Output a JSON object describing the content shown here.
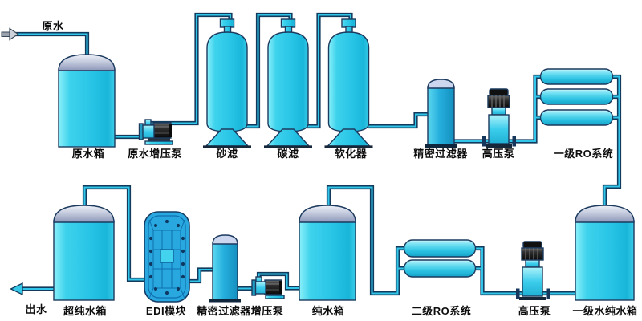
{
  "diagram": {
    "type": "water-treatment-process-flow",
    "background": "#ffffff",
    "inlet_label": "原水",
    "outlet_label": "出水"
  },
  "colors": {
    "equipment_cyan": "#2fc9e8",
    "pipe_core": "#31c5e9",
    "pipe_outline": "#123a5c",
    "edi_blue": "#29a8e0",
    "dome_gray": "#b9c0d6",
    "motor_black": "#1a1a1a"
  },
  "equipment": {
    "raw_water_tank": "原水箱",
    "raw_water_booster_pump": "原水增压泵",
    "sand_filter": "砂滤",
    "carbon_filter": "碳滤",
    "softener": "软化器",
    "precision_filter_1": "精密过滤器",
    "high_pressure_pump_1": "高压泵",
    "ro_stage_1": "一级RO系统",
    "stage1_pure_water_tank": "一级水纯水箱",
    "high_pressure_pump_2": "高压泵",
    "ro_stage_2": "二级RO系统",
    "pure_water_tank": "纯水箱",
    "booster_pump": "增压泵",
    "precision_filter_2": "精密过滤器",
    "edi_module": "EDI模块",
    "ultrapure_water_tank": "超纯水箱"
  }
}
